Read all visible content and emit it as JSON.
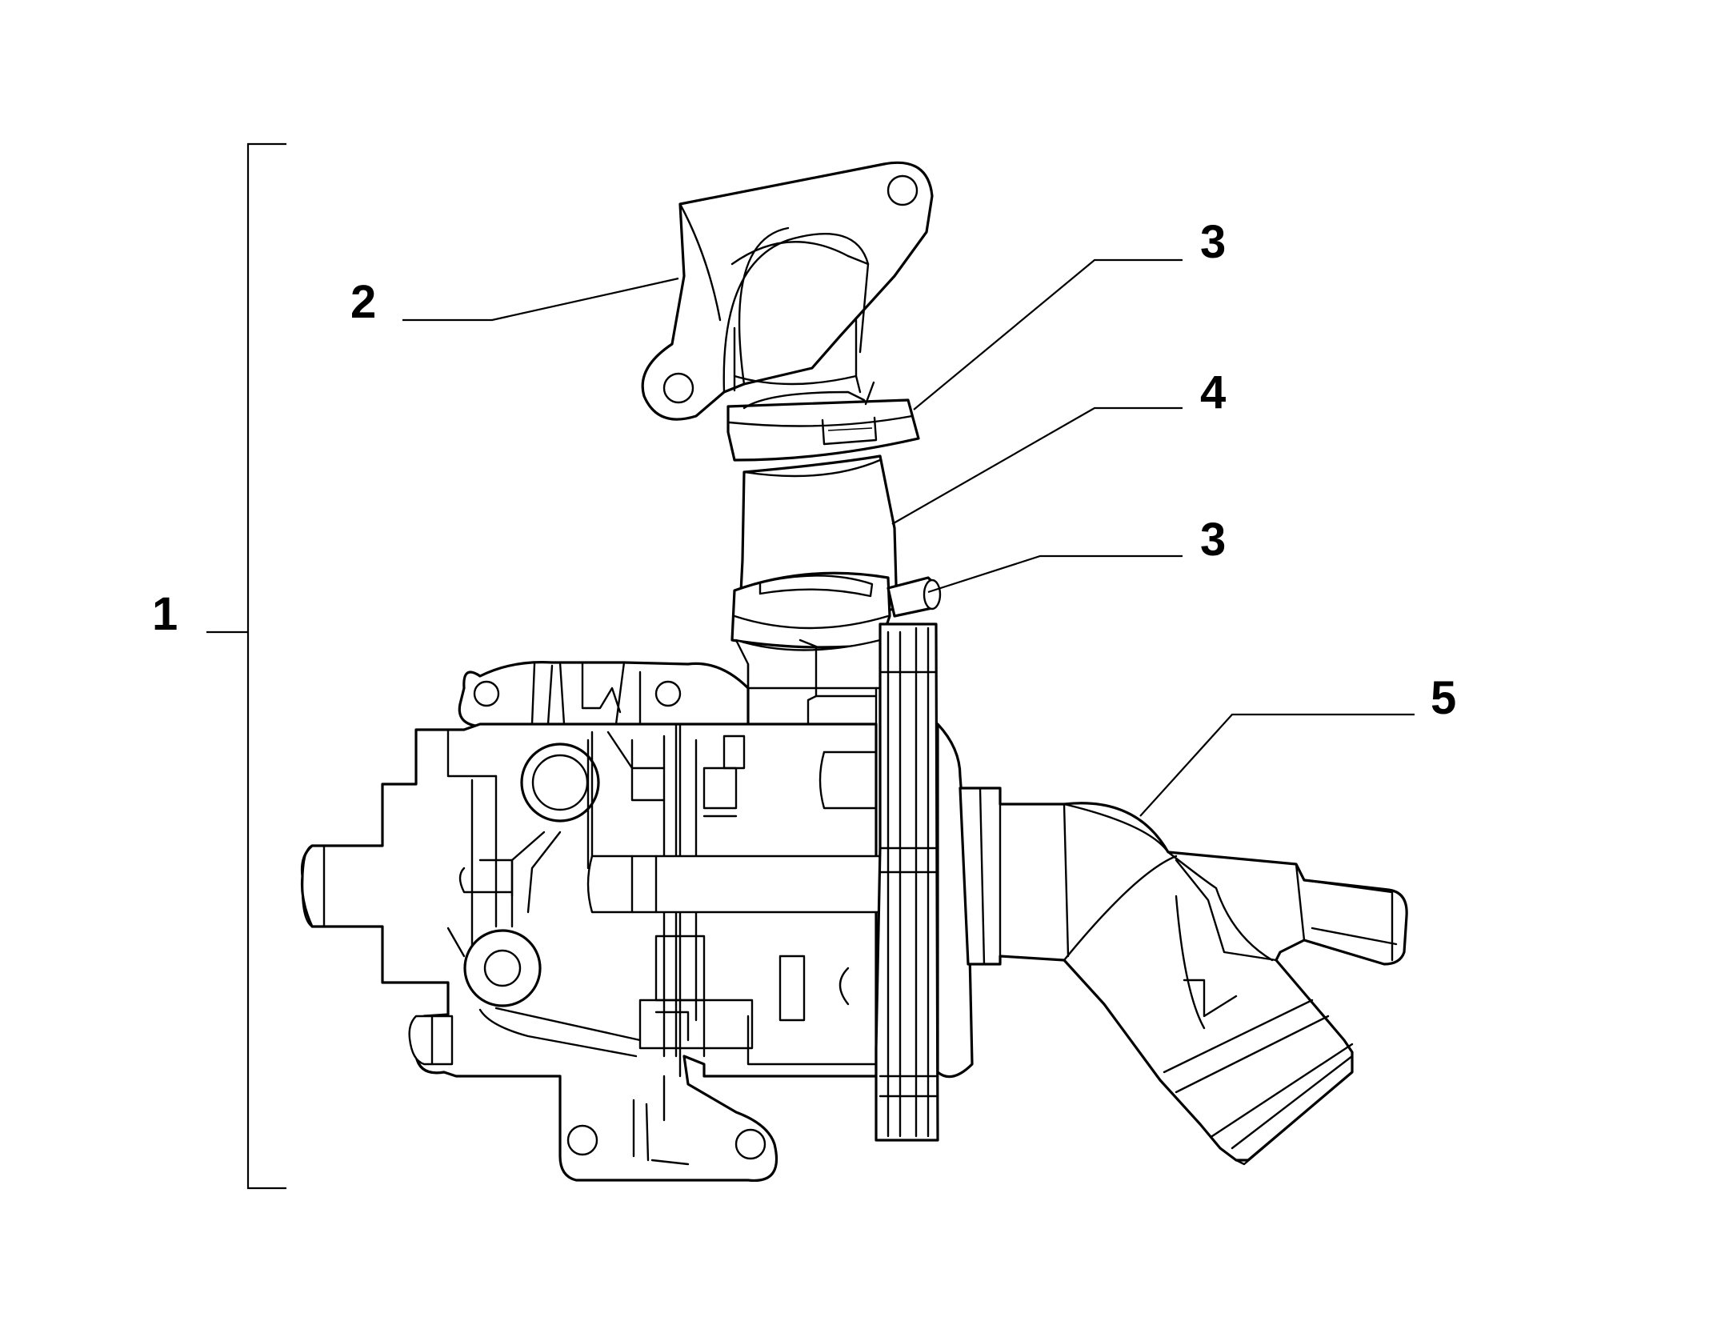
{
  "callouts": [
    {
      "id": "c1",
      "text": "1"
    },
    {
      "id": "c2",
      "text": "2"
    },
    {
      "id": "c3a",
      "text": "3"
    },
    {
      "id": "c4",
      "text": "4"
    },
    {
      "id": "c3b",
      "text": "3"
    },
    {
      "id": "c5",
      "text": "5"
    }
  ]
}
